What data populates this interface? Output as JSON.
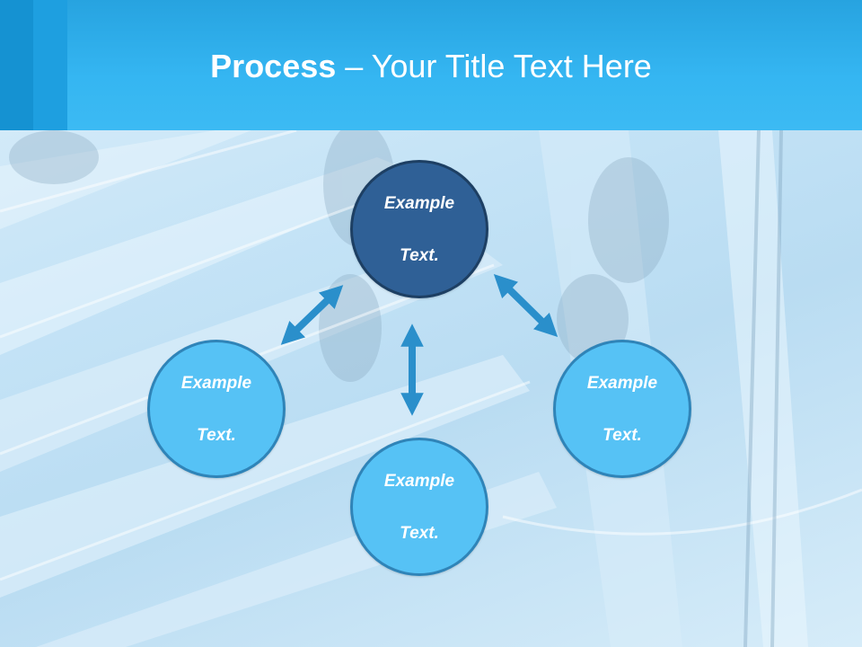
{
  "slide": {
    "title_bold": "Process",
    "title_rest": " – Your Title Text Here"
  },
  "nodes": {
    "top": {
      "line1": "Example",
      "line2": "Text."
    },
    "left": {
      "line1": "Example",
      "line2": "Text."
    },
    "right": {
      "line1": "Example",
      "line2": "Text."
    },
    "bottom": {
      "line1": "Example",
      "line2": "Text."
    }
  },
  "colors": {
    "header": "#35b6f2",
    "center_node": "#2f6096",
    "outer_node": "#56c2f5",
    "arrow": "#2a8fcb"
  },
  "icons": {
    "arrows": "double-headed-arrow-icon"
  }
}
